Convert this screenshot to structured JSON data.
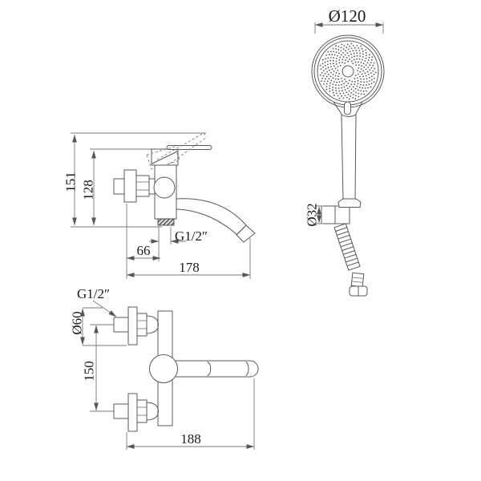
{
  "drawing": {
    "side_view": {
      "overall_height": "151",
      "body_height": "128",
      "inlet_thread": "G1/2″",
      "wall_to_outlet": "66",
      "spout_reach": "178"
    },
    "plan_view": {
      "inlet_thread": "G1/2″",
      "escutcheon_diameter": "Ø60",
      "inlet_spacing": "150",
      "overall_width": "188"
    },
    "shower_view": {
      "head_diameter": "Ø120",
      "bracket_diameter": "Ø32"
    }
  },
  "colors": {
    "background": "#ffffff",
    "line": "#585858",
    "dimension_line": "#7a7a7a",
    "text": "#1c1c1c",
    "hatch_fill": "#333333"
  }
}
